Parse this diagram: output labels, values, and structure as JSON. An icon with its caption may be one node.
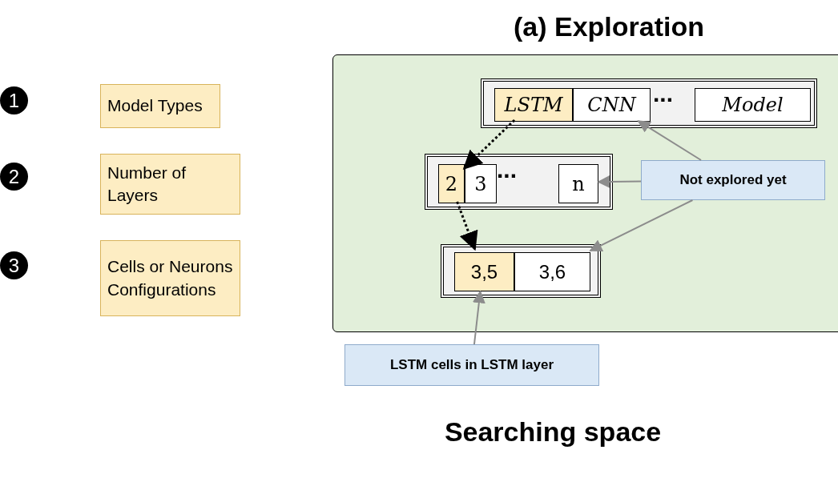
{
  "diagram": {
    "title": "(a) Exploration",
    "caption": "Searching space",
    "nodes": [
      {
        "text": [
          "1"
        ]
      },
      {
        "text": [
          "Model Types"
        ]
      },
      {
        "text": [
          "2"
        ]
      },
      {
        "text": [
          "Number of Layers"
        ]
      },
      {
        "text": [
          "3"
        ]
      },
      {
        "text": [
          "Cells or Neurons Configurations"
        ]
      },
      {
        "text": [],
        "shape": "box"
      },
      {
        "text": [],
        "shape": "box",
        "in": 6
      },
      {
        "text": [
          "LSTM"
        ],
        "in": 7
      },
      {
        "text": [
          "CNN"
        ],
        "in": 7
      },
      {
        "text": [
          "Model"
        ],
        "in": 7
      },
      {
        "text": [],
        "shape": "box",
        "in": 6
      },
      {
        "text": [
          "2"
        ],
        "in": 11
      },
      {
        "text": [
          "3"
        ],
        "in": 11
      },
      {
        "text": [
          "n"
        ],
        "in": 11
      },
      {
        "text": [],
        "shape": "box",
        "in": 6
      },
      {
        "text": [
          "3,5"
        ],
        "in": 15
      },
      {
        "text": [
          "3,6"
        ],
        "in": 15
      },
      {
        "text": [
          "Not explored yet"
        ],
        "in": 6
      },
      {
        "text": [
          "LSTM cells in LSTM layer"
        ]
      }
    ],
    "edges": [
      {
        "from": 8,
        "to": 12,
        "arrow": "to",
        "style": "dashed",
        "color": "#000000"
      },
      {
        "from": 12,
        "to": 16,
        "arrow": "to",
        "style": "dashed",
        "color": "#000000"
      },
      {
        "from": 18,
        "to": 9,
        "arrow": "to"
      },
      {
        "from": 18,
        "to": 14,
        "arrow": "to"
      },
      {
        "from": 18,
        "to": 17,
        "arrow": "to"
      },
      {
        "from": 19,
        "to": 16,
        "arrow": "to"
      }
    ],
    "labels": [
      "...",
      "..."
    ]
  }
}
